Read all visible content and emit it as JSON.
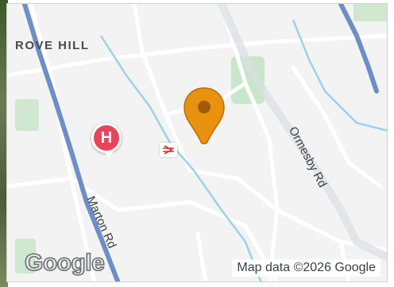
{
  "map": {
    "area_label": "ROVE HILL",
    "roads": [
      {
        "name": "Ormesby Rd"
      },
      {
        "name": "Marton Rd"
      }
    ],
    "poi": {
      "hospital_letter": "H",
      "rail_icon": "rail-station-icon",
      "marker_icon": "location-pin-icon"
    },
    "colors": {
      "background": "#f3f3f3",
      "road_major": "#6d8ec6",
      "road_minor": "#ffffff",
      "park": "#c8e6c9",
      "water": "#9ad3e8",
      "hospital": "#e8455a",
      "marker": "#e8920f",
      "rail": "#d93025"
    }
  },
  "branding": {
    "logo_text": "Google",
    "attribution": "Map data ©2026 Google"
  }
}
